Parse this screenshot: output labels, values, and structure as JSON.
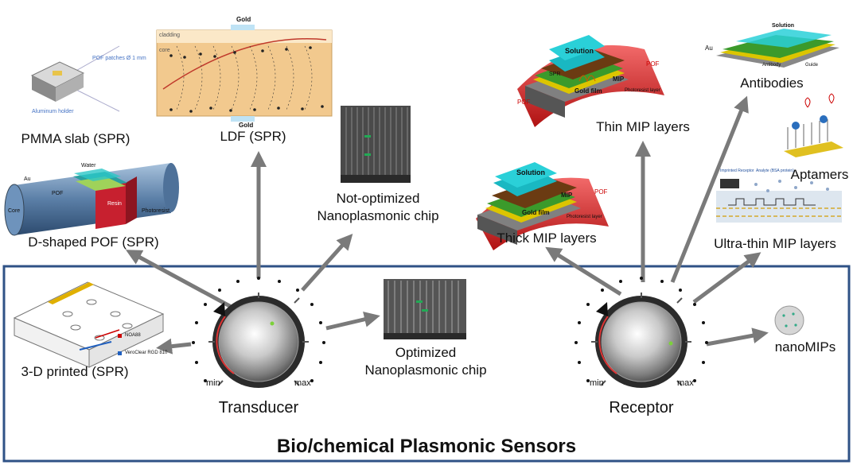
{
  "title": "Bio/chemical Plasmonic Sensors",
  "knobs": {
    "transducer": {
      "label": "Transducer",
      "min": "min",
      "max": "max"
    },
    "receptor": {
      "label": "Receptor",
      "min": "min",
      "max": "max"
    }
  },
  "transducer_options": {
    "pmma": "PMMA slab (SPR)",
    "ldf": "LDF (SPR)",
    "dshaped": "D-shaped POF (SPR)",
    "printed": "3-D printed (SPR)",
    "notopt": [
      "Not-optimized",
      "Nanoplasmonic chip"
    ],
    "opt": [
      "Optimized",
      "Nanoplasmonic chip"
    ]
  },
  "receptor_options": {
    "thin": "Thin MIP layers",
    "thick": "Thick MIP layers",
    "antibodies": "Antibodies",
    "aptamers": "Aptamers",
    "ultrathin": "Ultra-thin MIP layers",
    "nanomips": "nanoMIPs"
  },
  "illustration_text": {
    "pmma_patches": "POF patches Ø 1 mm",
    "pmma_holder": "Aluminum holder",
    "ldf_gold": "Gold",
    "ldf_cladding": "cladding",
    "ldf_core": "core",
    "d_water": "Water",
    "d_au": "Au",
    "d_pof": "POF",
    "d_core": "Core",
    "d_resin": "Resin",
    "d_photoresist": "Photoresist",
    "p_noa": "NOA88",
    "p_vero": "VeroClear RGD 810",
    "mip_solution": "Solution",
    "mip_spr": "SPR",
    "mip_mip": "MIP",
    "mip_pof": "POF",
    "mip_gold": "Gold film",
    "mip_photoresist": "Photoresist layer",
    "ab_solution": "Solution",
    "ab_au": "Au",
    "ab_antibody": "Antibody",
    "ab_guide": "Guide",
    "ut_imprinted": "Imprinted Receptor",
    "ut_analyte": "Analyte (BSA protein)"
  }
}
